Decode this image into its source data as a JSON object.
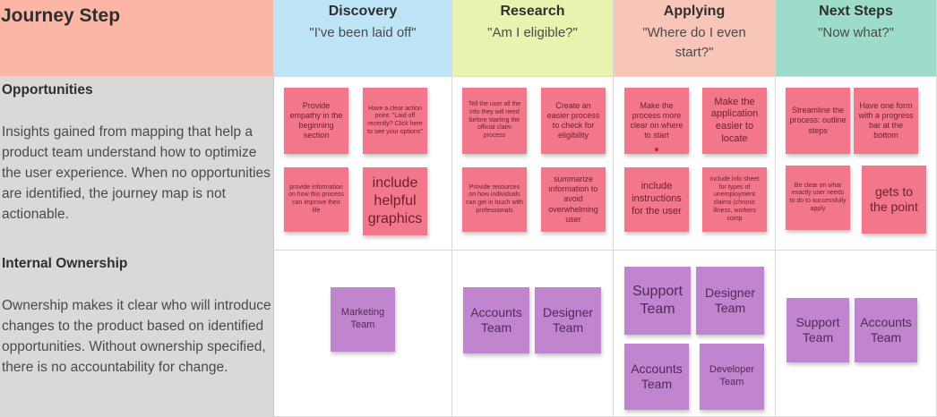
{
  "header": {
    "title": "Journey Step",
    "phases": [
      {
        "name": "Discovery",
        "quote": "\"I've been laid off\""
      },
      {
        "name": "Research",
        "quote": "\"Am I eligible?\""
      },
      {
        "name": "Applying",
        "quote": "\"Where do I even start?\""
      },
      {
        "name": "Next Steps",
        "quote": "\"Now what?\""
      }
    ]
  },
  "rows": {
    "opportunities": {
      "title": "Opportunities",
      "description": "Insights gained from mapping that help a product team understand how to optimize the user experience. When no opportunities are identified, the journey map is not actionable."
    },
    "ownership": {
      "title": "Internal Ownership",
      "description": "Ownership makes it clear who will introduce changes to the product based on identified opportunities. Without ownership specified, there is no accountability for change."
    }
  },
  "notes": {
    "discovery_opps": [
      "Provide empathy in the beginning section",
      "Have a clear action point: \"Laid off recently? Click here to see your options\"",
      "provide information on how this process can improve their life",
      "include helpful graphics"
    ],
    "research_opps": [
      "Tell the user all the info they will need before starting the official claim process",
      "Create an easier process to check for eligibility",
      "Provide resources on how individuals can get in touch with professionals",
      "summarize information to avoid overwhelming user"
    ],
    "applying_opps": [
      "Make the process more clear on where to start",
      "Make the application easier to locate",
      "include instructions for the user",
      "include info sheet for types of unemployment claims (chronic illness, workers comp"
    ],
    "nextsteps_opps": [
      "Streamline the process: outline steps",
      "Have one form with a progress bar at the bottom",
      "Be clear on what exactly user needs to do to successfully apply",
      "gets to the point"
    ],
    "discovery_owners": [
      "Marketing Team"
    ],
    "research_owners": [
      "Accounts Team",
      "Designer Team"
    ],
    "applying_owners": [
      "Support Team",
      "Designer Team",
      "Accounts Team",
      "Developer Team"
    ],
    "nextsteps_owners": [
      "Support Team",
      "Accounts Team"
    ]
  },
  "colors": {
    "opportunity_note": "#f2778a",
    "owner_note": "#c184cf",
    "journey_header": "#fbb6a6",
    "discovery_header": "#bde4f7",
    "research_header": "#e8f3b0",
    "applying_header": "#f7c6b8",
    "nextsteps_header": "#9ddccb"
  }
}
